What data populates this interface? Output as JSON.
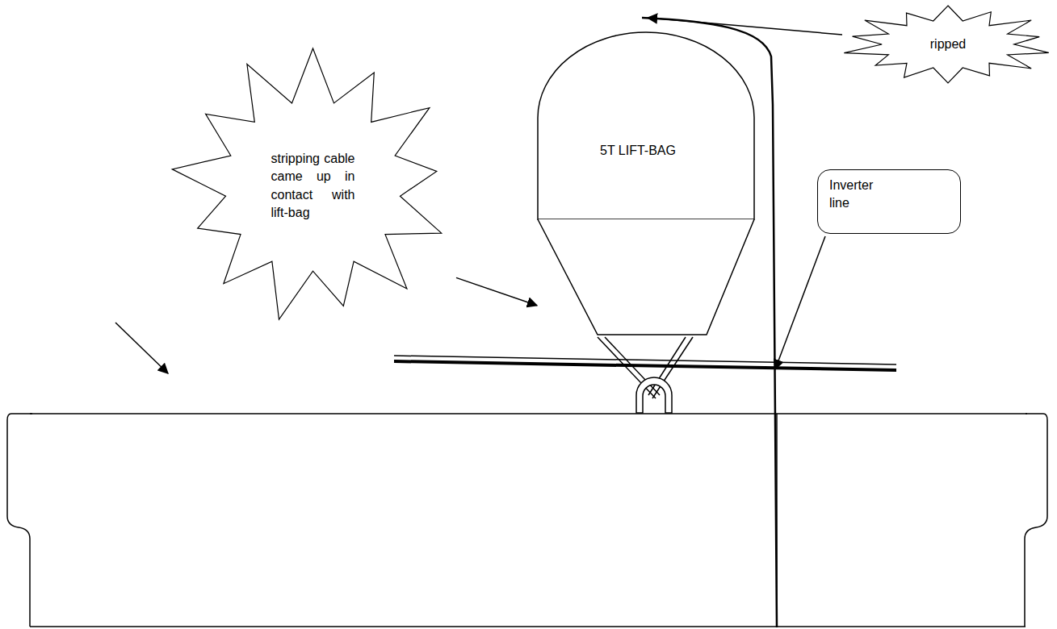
{
  "diagram": {
    "nodes": [
      {
        "text": [
          "5T LIFT-BAG"
        ]
      },
      {
        "text": [
          "ripped"
        ]
      },
      {
        "text": [
          "stripping cable came up in contact with lift-bag"
        ]
      },
      {
        "text": [
          "Inverter line"
        ]
      }
    ],
    "edges": [
      {
        "from": 2,
        "to": 0,
        "arrow": "to"
      }
    ]
  }
}
